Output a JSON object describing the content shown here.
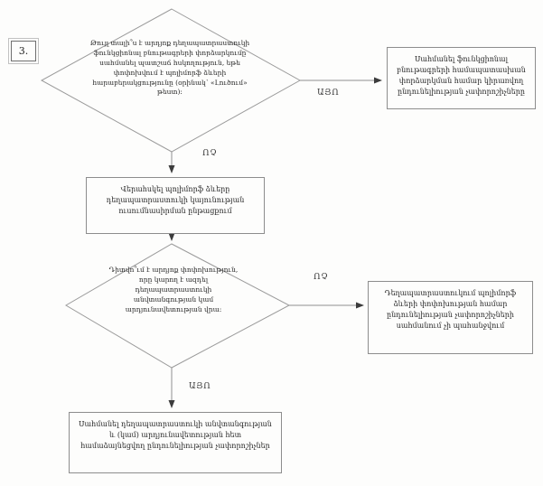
{
  "flowchart": {
    "step_label": "3.",
    "nodes": {
      "decision1": {
        "text": "Թույլ տալի՞ս է արդյոք դեղապատրաստուկի ֆունկցիոնալ բնութագրերի փորձարկումը սահմանել պատշաճ հսկողություն, եթե փոփոխվում է պոլիմորֆ ձևերի հարաբերակցությունը (օրինակ՝ «Լուծում» թեստ):"
      },
      "process_top_right": {
        "text": "Սահմանել ֆունկցիոնալ բնութագրերի համապատասխան փորձարկման համար կիրառվող ընդունելիության չափորոշիչները"
      },
      "process_middle": {
        "text": "Վերահսկել պոլիմորֆ ձևերը դեղապատրաստուկի կայունության ուսումնասիրման ընթացքում"
      },
      "decision2": {
        "text": "Դիտվո՞ւմ է արդյոք փոփոխություն, որը կարող է ազդել դեղապատրաստուկի անվտանգության կամ արդյունավետության վրա:"
      },
      "process_right2": {
        "text": "Դեղապատրաստուկում պոլիմորֆ ձևերի փոփոխության համար ընդունելիության չափորոշիչների սահմանում չի պահանջվում"
      },
      "process_bottom": {
        "text": "Սահմանել դեղապատրաստուկի անվտանգության և (կամ) արդյունավետության հետ համաձայնեցվող ընդունելիության չափորոշիչներ"
      }
    },
    "edge_labels": {
      "d1_yes": "ԱՅՈ",
      "d1_no": "ՈՉ",
      "d2_no": "ՈՉ",
      "d2_yes": "ԱՅՈ"
    },
    "colors": {
      "line": "#8f8f8f",
      "arrowhead": "#3c3c3c",
      "text": "#252525",
      "background": "#fdfdfc"
    }
  }
}
